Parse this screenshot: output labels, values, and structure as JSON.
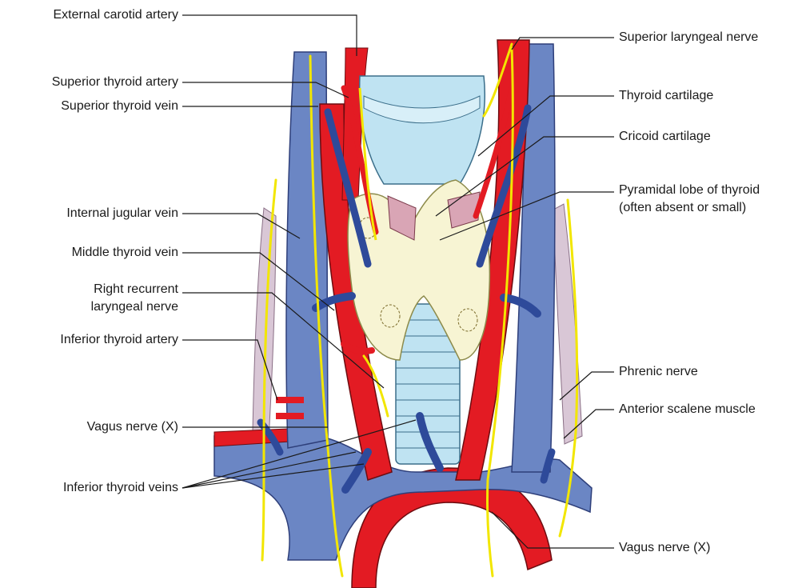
{
  "colors": {
    "artery": "#e31b23",
    "vein": "#6b86c4",
    "vein_dark": "#2e4a9a",
    "nerve": "#f2e600",
    "cartilage": "#bfe3f2",
    "thyroid": "#f7f4d3",
    "muscle": "#d9c7d6",
    "leader": "#1a1a1a"
  },
  "labels": {
    "left": [
      {
        "id": "external-carotid-artery",
        "text": "External carotid artery"
      },
      {
        "id": "superior-thyroid-artery",
        "text": "Superior thyroid artery"
      },
      {
        "id": "superior-thyroid-vein",
        "text": "Superior thyroid vein"
      },
      {
        "id": "internal-jugular-vein",
        "text": "Internal jugular vein"
      },
      {
        "id": "middle-thyroid-vein",
        "text": "Middle thyroid vein"
      },
      {
        "id": "right-recurrent-laryngeal-nerve-1",
        "text": "Right recurrent"
      },
      {
        "id": "right-recurrent-laryngeal-nerve-2",
        "text": "laryngeal nerve"
      },
      {
        "id": "inferior-thyroid-artery",
        "text": "Inferior thyroid artery"
      },
      {
        "id": "vagus-nerve-left",
        "text": "Vagus nerve (X)"
      },
      {
        "id": "inferior-thyroid-veins",
        "text": "Inferior thyroid veins"
      }
    ],
    "right": [
      {
        "id": "superior-laryngeal-nerve",
        "text": "Superior laryngeal nerve"
      },
      {
        "id": "thyroid-cartilage",
        "text": "Thyroid cartilage"
      },
      {
        "id": "cricoid-cartilage",
        "text": "Cricoid cartilage"
      },
      {
        "id": "pyramidal-lobe-1",
        "text": "Pyramidal lobe of thyroid"
      },
      {
        "id": "pyramidal-lobe-2",
        "text": "(often absent or small)"
      },
      {
        "id": "phrenic-nerve",
        "text": "Phrenic nerve"
      },
      {
        "id": "anterior-scalene-muscle",
        "text": "Anterior scalene muscle"
      },
      {
        "id": "vagus-nerve-right",
        "text": "Vagus nerve (X)"
      }
    ]
  }
}
